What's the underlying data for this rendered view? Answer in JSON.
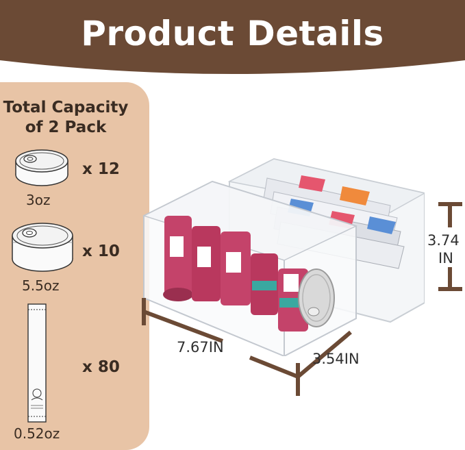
{
  "header": {
    "title": "Product Details"
  },
  "capacity": {
    "title_line1": "Total Capacity",
    "title_line2": "of 2 Pack",
    "items": [
      {
        "icon": "small-can-icon",
        "quantity": "x 12",
        "size": "3oz"
      },
      {
        "icon": "large-can-icon",
        "quantity": "x 10",
        "size": "5.5oz"
      },
      {
        "icon": "treat-stick-icon",
        "quantity": "x 80",
        "size": "0.52oz"
      }
    ]
  },
  "dimensions": {
    "length": "7.67IN",
    "width": "3.54IN",
    "height_value": "3.74",
    "height_unit": "IN"
  },
  "colors": {
    "brand_brown": "#6b4a35",
    "panel_beige": "#e8c4a6",
    "can_pink": "#c4436a"
  }
}
